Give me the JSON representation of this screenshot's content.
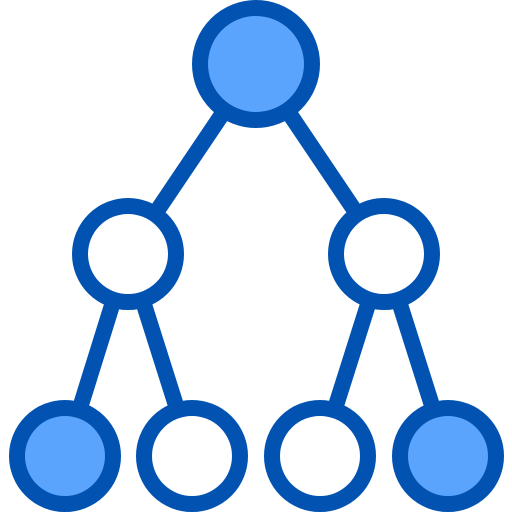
{
  "icon": {
    "name": "hierarchy-tree-icon",
    "stroke_color": "#0152b1",
    "filled_node_color": "#5aa4fd",
    "empty_node_color": "#ffffff",
    "levels": [
      {
        "level": 1,
        "nodes": [
          "filled"
        ]
      },
      {
        "level": 2,
        "nodes": [
          "empty",
          "empty"
        ]
      },
      {
        "level": 3,
        "nodes": [
          "filled",
          "empty",
          "empty",
          "filled"
        ]
      }
    ]
  }
}
